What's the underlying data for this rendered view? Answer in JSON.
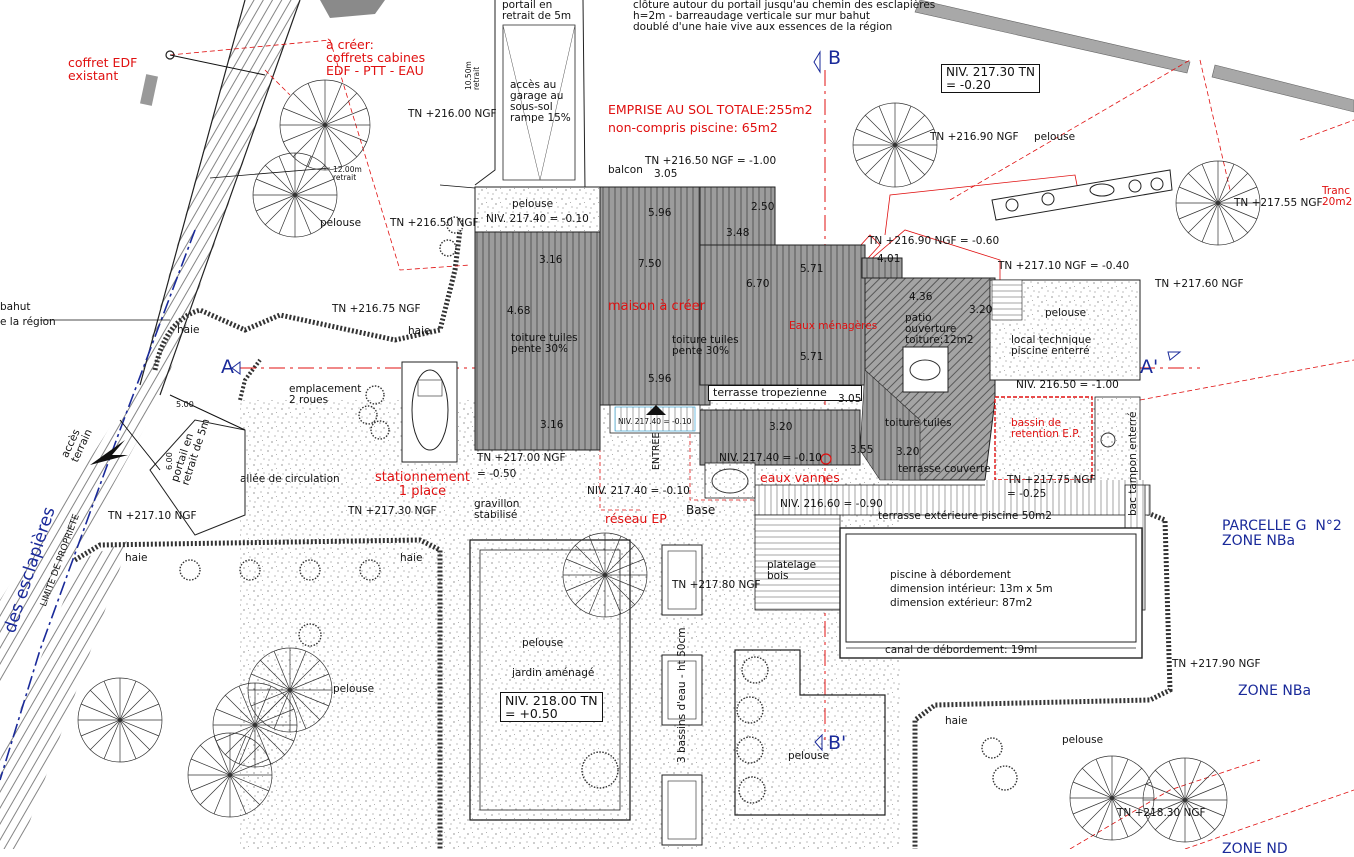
{
  "labels": {
    "coffret_edf": "coffret EDF\nexistant",
    "a_creer": "à créer:\ncoffrets cabines\nEDF - PTT - EAU",
    "portail_top": "portail en\nretrait de 5m",
    "cloture_note": "clôture autour du portail jusqu'au chemin des esclapières\nh=2m - barreaudage verticale sur mur bahut\ndoublé d'une haie vive aux essences de la région",
    "niv_top_right": "NIV. 217.30 TN\n= -0.20",
    "emprise": "EMPRISE AU SOL TOTALE:255m2\nnon-compris piscine: 65m2",
    "acces_garage": "accès au\ngarage au\nsous-sol\nrampe 15%",
    "retrait_1050": "10.50m\nretrait",
    "retrait_1200": "12.00m\nretrait",
    "tn_216_00": "TN +216.00 NGF",
    "tn_216_50a": "TN +216.50 NGF = -1.00",
    "tn_216_50b": "TN +216.50 NGF",
    "tn_216_90a": "TN +216.90 NGF",
    "tn_216_90b": "TN +216.90 NGF = -0.60",
    "tn_217_10": "TN +217.10 NGF = -0.40",
    "tn_217_60": "TN +217.60 NGF",
    "tn_217_55": "TN +217.55 NGF",
    "tn_216_75": "TN +216.75 NGF",
    "tn_217_00": "TN +217.00 NGF",
    "tn_217_00b": "= -0.50",
    "tn_217_30": "TN +217.30 NGF",
    "tn_217_10b": "TN +217.10 NGF",
    "tn_217_75": "TN +217.75 NGF",
    "tn_217_75b": "= -0.25",
    "tn_217_80": "TN +217.80 NGF",
    "tn_217_90": "TN +217.90 NGF",
    "tn_218_30": "TN +218.30 NGF",
    "balcon": "balcon",
    "pelouse": "pelouse",
    "haie": "haie",
    "bahut": "bahut\ne la région",
    "niv_217_40a": "NIV. 217.40 = -0.10",
    "niv_217_40b": "NIV. 217.40 = -0.10",
    "niv_217_40c": "NIV. 217.40 = -0.10",
    "niv_217_40d": "NIV. 217.40 = -0.10",
    "niv_216_50": "NIV. 216.50 = -1.00",
    "niv_216_60": "NIV. 216.60 = -0.90",
    "niv_218_00": "NIV. 218.00 TN\n= +0.50",
    "maison": "maison à créer",
    "toiture1": "toiture tuiles\npente 30%",
    "toiture2": "toiture tuiles\npente 30%",
    "toiture3": "toiture tuiles",
    "eaux_menageres": "Eaux ménagères",
    "eaux_vannes": "eaux vannes",
    "patio": "patio\nouverture\ntoiture:12m2",
    "local_tech": "local technique\npiscine enterré",
    "bassin": "bassin de\nretention E.P.",
    "terrasse_trop": "terrasse tropezienne",
    "terrasse_couv": "terrasse couverte",
    "terrasse_ext": "terrasse extérieure piscine 50m2",
    "bac_tampon": "bac tampon enterré",
    "piscine": "piscine à débordement\ndimension intérieur: 13m x 5m\ndimension extérieur: 87m2",
    "canal": "canal de débordement: 19ml",
    "platelage": "platelage\nbois",
    "parcelle": "PARCELLE G  N°2\nZONE NBa",
    "zone_nba": "ZONE NBa",
    "zone_nd": "ZONE ND",
    "tranche": "Tranc\n20m2",
    "emplacement": "emplacement\n2 roues",
    "stationnement": "stationnement\n1 place",
    "allee": "allée de circulation",
    "gravillon": "gravillon\nstabilisé",
    "reseau_ep": "réseau EP",
    "base": "Base",
    "entree": "ENTREE",
    "jardin": "jardin aménagé",
    "bassins_eau": "3 bassins d'eau - ht 50cm",
    "portail_bottom": "portail en\nretrait de 5m",
    "acces_terrain": "accès\nterrain",
    "limite": "LIMITE DE PROPRIETE",
    "esclapieres": "des esclapières",
    "sec_a": "A",
    "sec_a2": "A'",
    "sec_b": "B",
    "sec_b2": "B'",
    "d_305a": "3.05",
    "d_596a": "5.96",
    "d_250": "2.50",
    "d_348": "3.48",
    "d_316a": "3.16",
    "d_750": "7.50",
    "d_670": "6.70",
    "d_571a": "5.71",
    "d_401": "4.01",
    "d_436": "4.36",
    "d_320a": "3.20",
    "d_468": "4.68",
    "d_571b": "5.71",
    "d_596b": "5.96",
    "d_316b": "3.16",
    "d_305b": "3.05",
    "d_320b": "3.20",
    "d_355": "3.55",
    "d_320c": "3.20",
    "d_500": "5.00",
    "d_600": "6.00"
  },
  "colors": {
    "roof": "#9a9a9a",
    "red": "#e01010",
    "blue": "#1a2a9a",
    "ink": "#111111"
  }
}
